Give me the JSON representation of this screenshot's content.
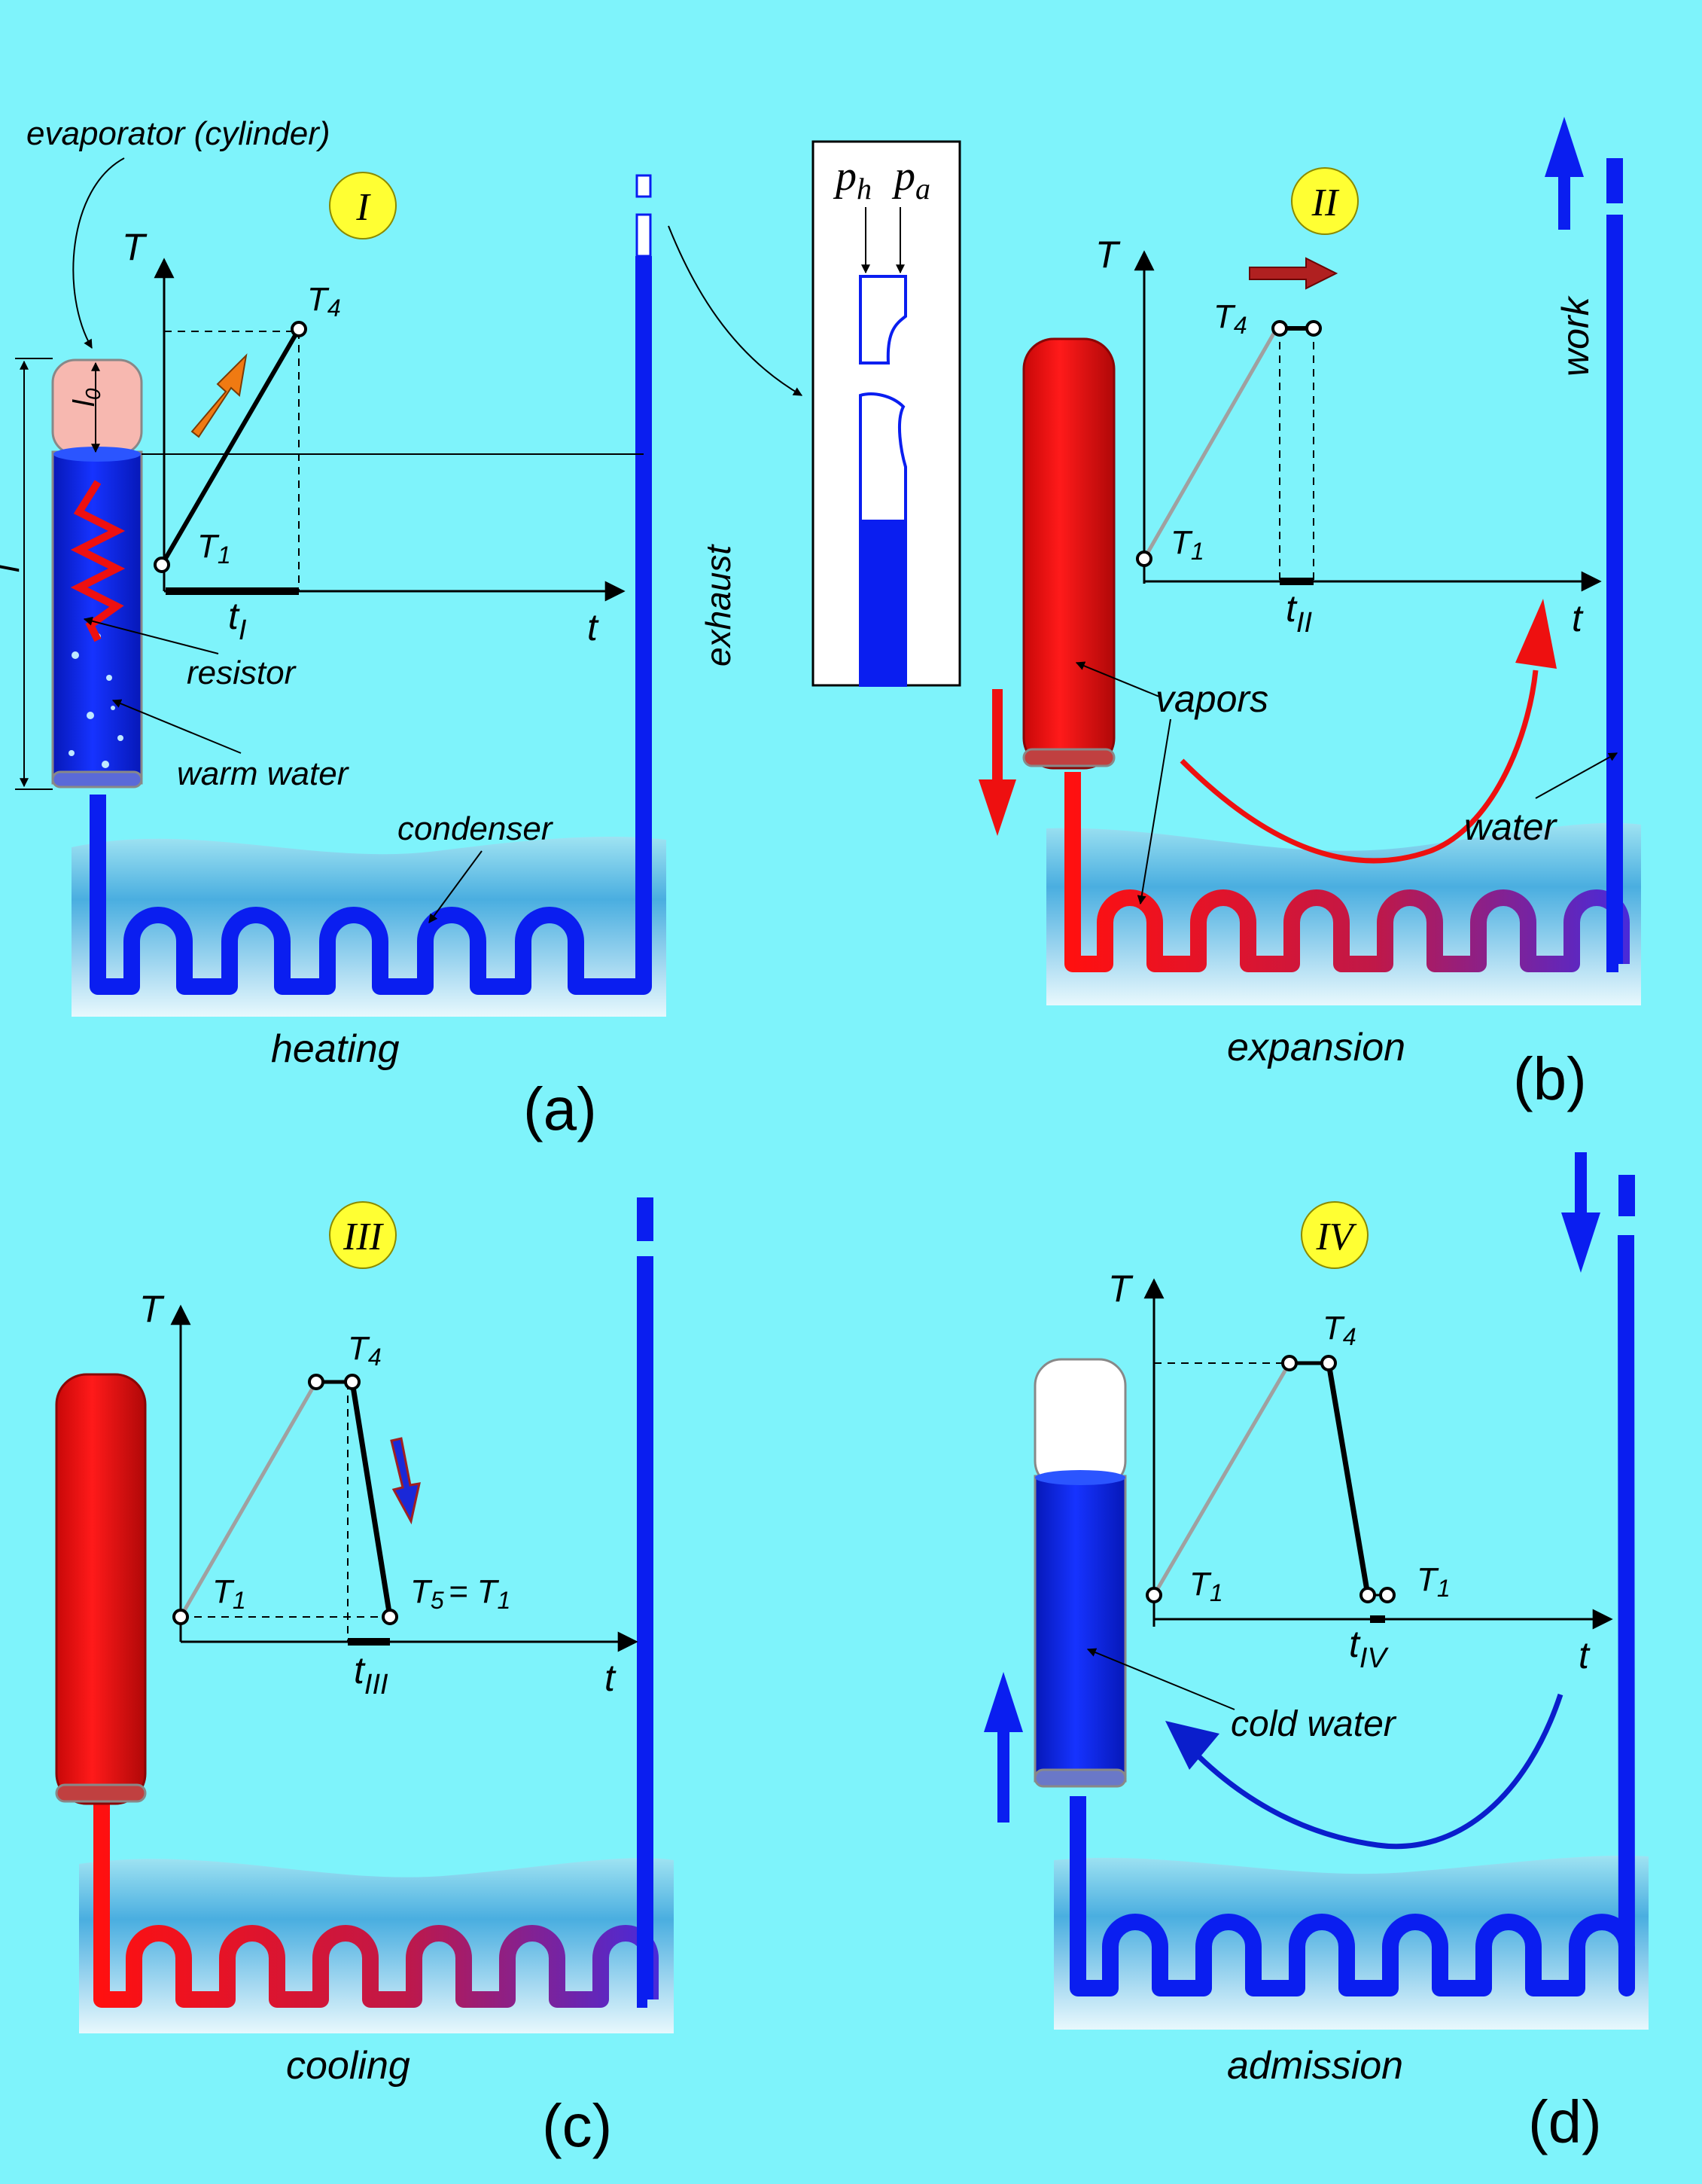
{
  "axis_labels": {
    "temperature": "T",
    "time": "t"
  },
  "colors": {
    "background": "#7ef3fb",
    "water_blue": "#0a1ef0",
    "vapor_red": "#ee1010",
    "pipe_purple": "#6a2bb0",
    "badge_yellow": "#ffff33",
    "arrow_orange": "#f07a12",
    "arrow_dark_red": "#b02020"
  },
  "panels": {
    "a": {
      "badge": "I",
      "letter": "(a)",
      "phase": "heating",
      "labels": {
        "evaporator": "evaporator (cylinder)",
        "resistor": "resistor",
        "warm_water": "warm water",
        "condenser": "condenser",
        "exhaust": "exhaust",
        "length_l": "l",
        "length_l0": "l",
        "length_l0_sub": "0",
        "T4": "T",
        "T4_sub": "4",
        "T1": "T",
        "T1_sub": "1",
        "time": "t",
        "time_sub": "I"
      },
      "icons": [
        "orange-up-arrow-icon",
        "resistor-coil-icon"
      ]
    },
    "inset": {
      "ph": "p",
      "ph_sub": "h",
      "pa": "p",
      "pa_sub": "a"
    },
    "b": {
      "badge": "II",
      "letter": "(b)",
      "phase": "expansion",
      "labels": {
        "vapors": "vapors",
        "water": "water",
        "work": "work",
        "T4": "T",
        "T4_sub": "4",
        "T1": "T",
        "T1_sub": "1",
        "time": "t",
        "time_sub": "II"
      },
      "icons": [
        "dark-red-right-arrow-icon",
        "red-down-arrow-icon",
        "blue-up-arrow-icon",
        "red-curved-arrow-icon"
      ]
    },
    "c": {
      "badge": "III",
      "letter": "(c)",
      "phase": "cooling",
      "labels": {
        "T4": "T",
        "T4_sub": "4",
        "T1": "T",
        "T1_sub": "1",
        "T5": "T",
        "T5_sub": "5",
        "T5_eq": "= T",
        "T5_eq_sub": "1",
        "time": "t",
        "time_sub": "III"
      },
      "icons": [
        "blue-down-arrow-icon"
      ]
    },
    "d": {
      "badge": "IV",
      "letter": "(d)",
      "phase": "admission",
      "labels": {
        "cold_water": "cold water",
        "T4": "T",
        "T4_sub": "4",
        "T1": "T",
        "T1_sub": "1",
        "T1b": "T",
        "T1b_sub": "1",
        "time": "t",
        "time_sub": "IV"
      },
      "icons": [
        "blue-down-arrow-icon",
        "blue-up-arrow-icon",
        "blue-curved-arrow-icon"
      ]
    }
  }
}
